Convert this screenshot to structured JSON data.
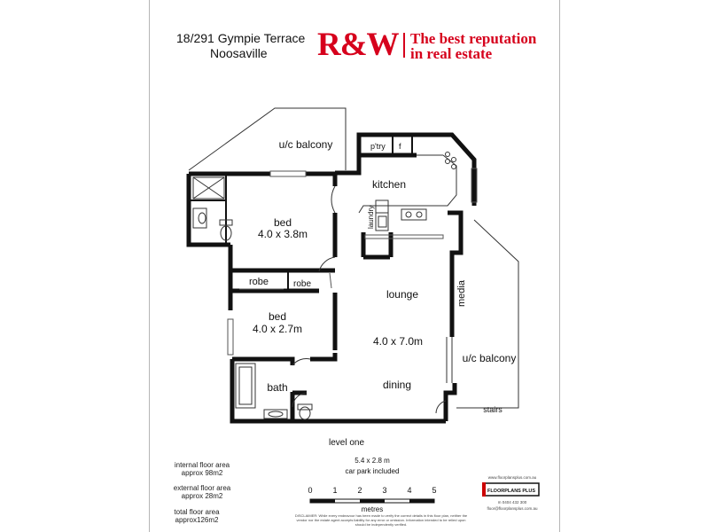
{
  "header": {
    "address_line1": "18/291 Gympie Terrace",
    "address_line2": "Noosaville"
  },
  "brand": {
    "logo_text": "R&W",
    "tagline_line1": "The best reputation",
    "tagline_line2": "in real estate",
    "color": "#d6001c"
  },
  "rooms": {
    "uc_balcony_top": "u/c balcony",
    "pantry": "p'try",
    "fridge": "f",
    "kitchen": "kitchen",
    "laundry": "laundry",
    "bed1": "bed",
    "bed1_size": "4.0 x 3.8m",
    "robe1": "robe",
    "robe2": "robe",
    "bed2": "bed",
    "bed2_size": "4.0 x 2.7m",
    "bath": "bath",
    "lounge": "lounge",
    "media": "media",
    "lounge_size": "4.0 x 7.0m",
    "uc_balcony_right": "u/c balcony",
    "dining": "dining",
    "stairs": "stairs"
  },
  "floor": {
    "level": "level one",
    "carpark_size": "5.4 x 2.8 m",
    "carpark_note": "car park included"
  },
  "areas": {
    "internal_line1": "internal floor area",
    "internal_line2": "approx 98m2",
    "external_line1": "external floor area",
    "external_line2": "approx 28m2",
    "total_line1": "total floor area",
    "total_line2": "approx126m2"
  },
  "scale": {
    "ticks": [
      "0",
      "1",
      "2",
      "3",
      "4",
      "5"
    ],
    "unit": "metres"
  },
  "credits": {
    "url": "www.floorplansplus.com.au",
    "logo": "FLOORPLANS PLUS",
    "phone": "m 0404 432 300",
    "email": "floor@floorplansplus.com.au",
    "disclaimer": "DISCLAIMER: While every endeavour has been made to verify the correct details in this floor plan, neither the vendor nor the estate agent accepts liability for any error or omission. Information intended to be relied upon should be independently verified."
  },
  "colors": {
    "wall": "#111111",
    "fixture": "#555555"
  }
}
